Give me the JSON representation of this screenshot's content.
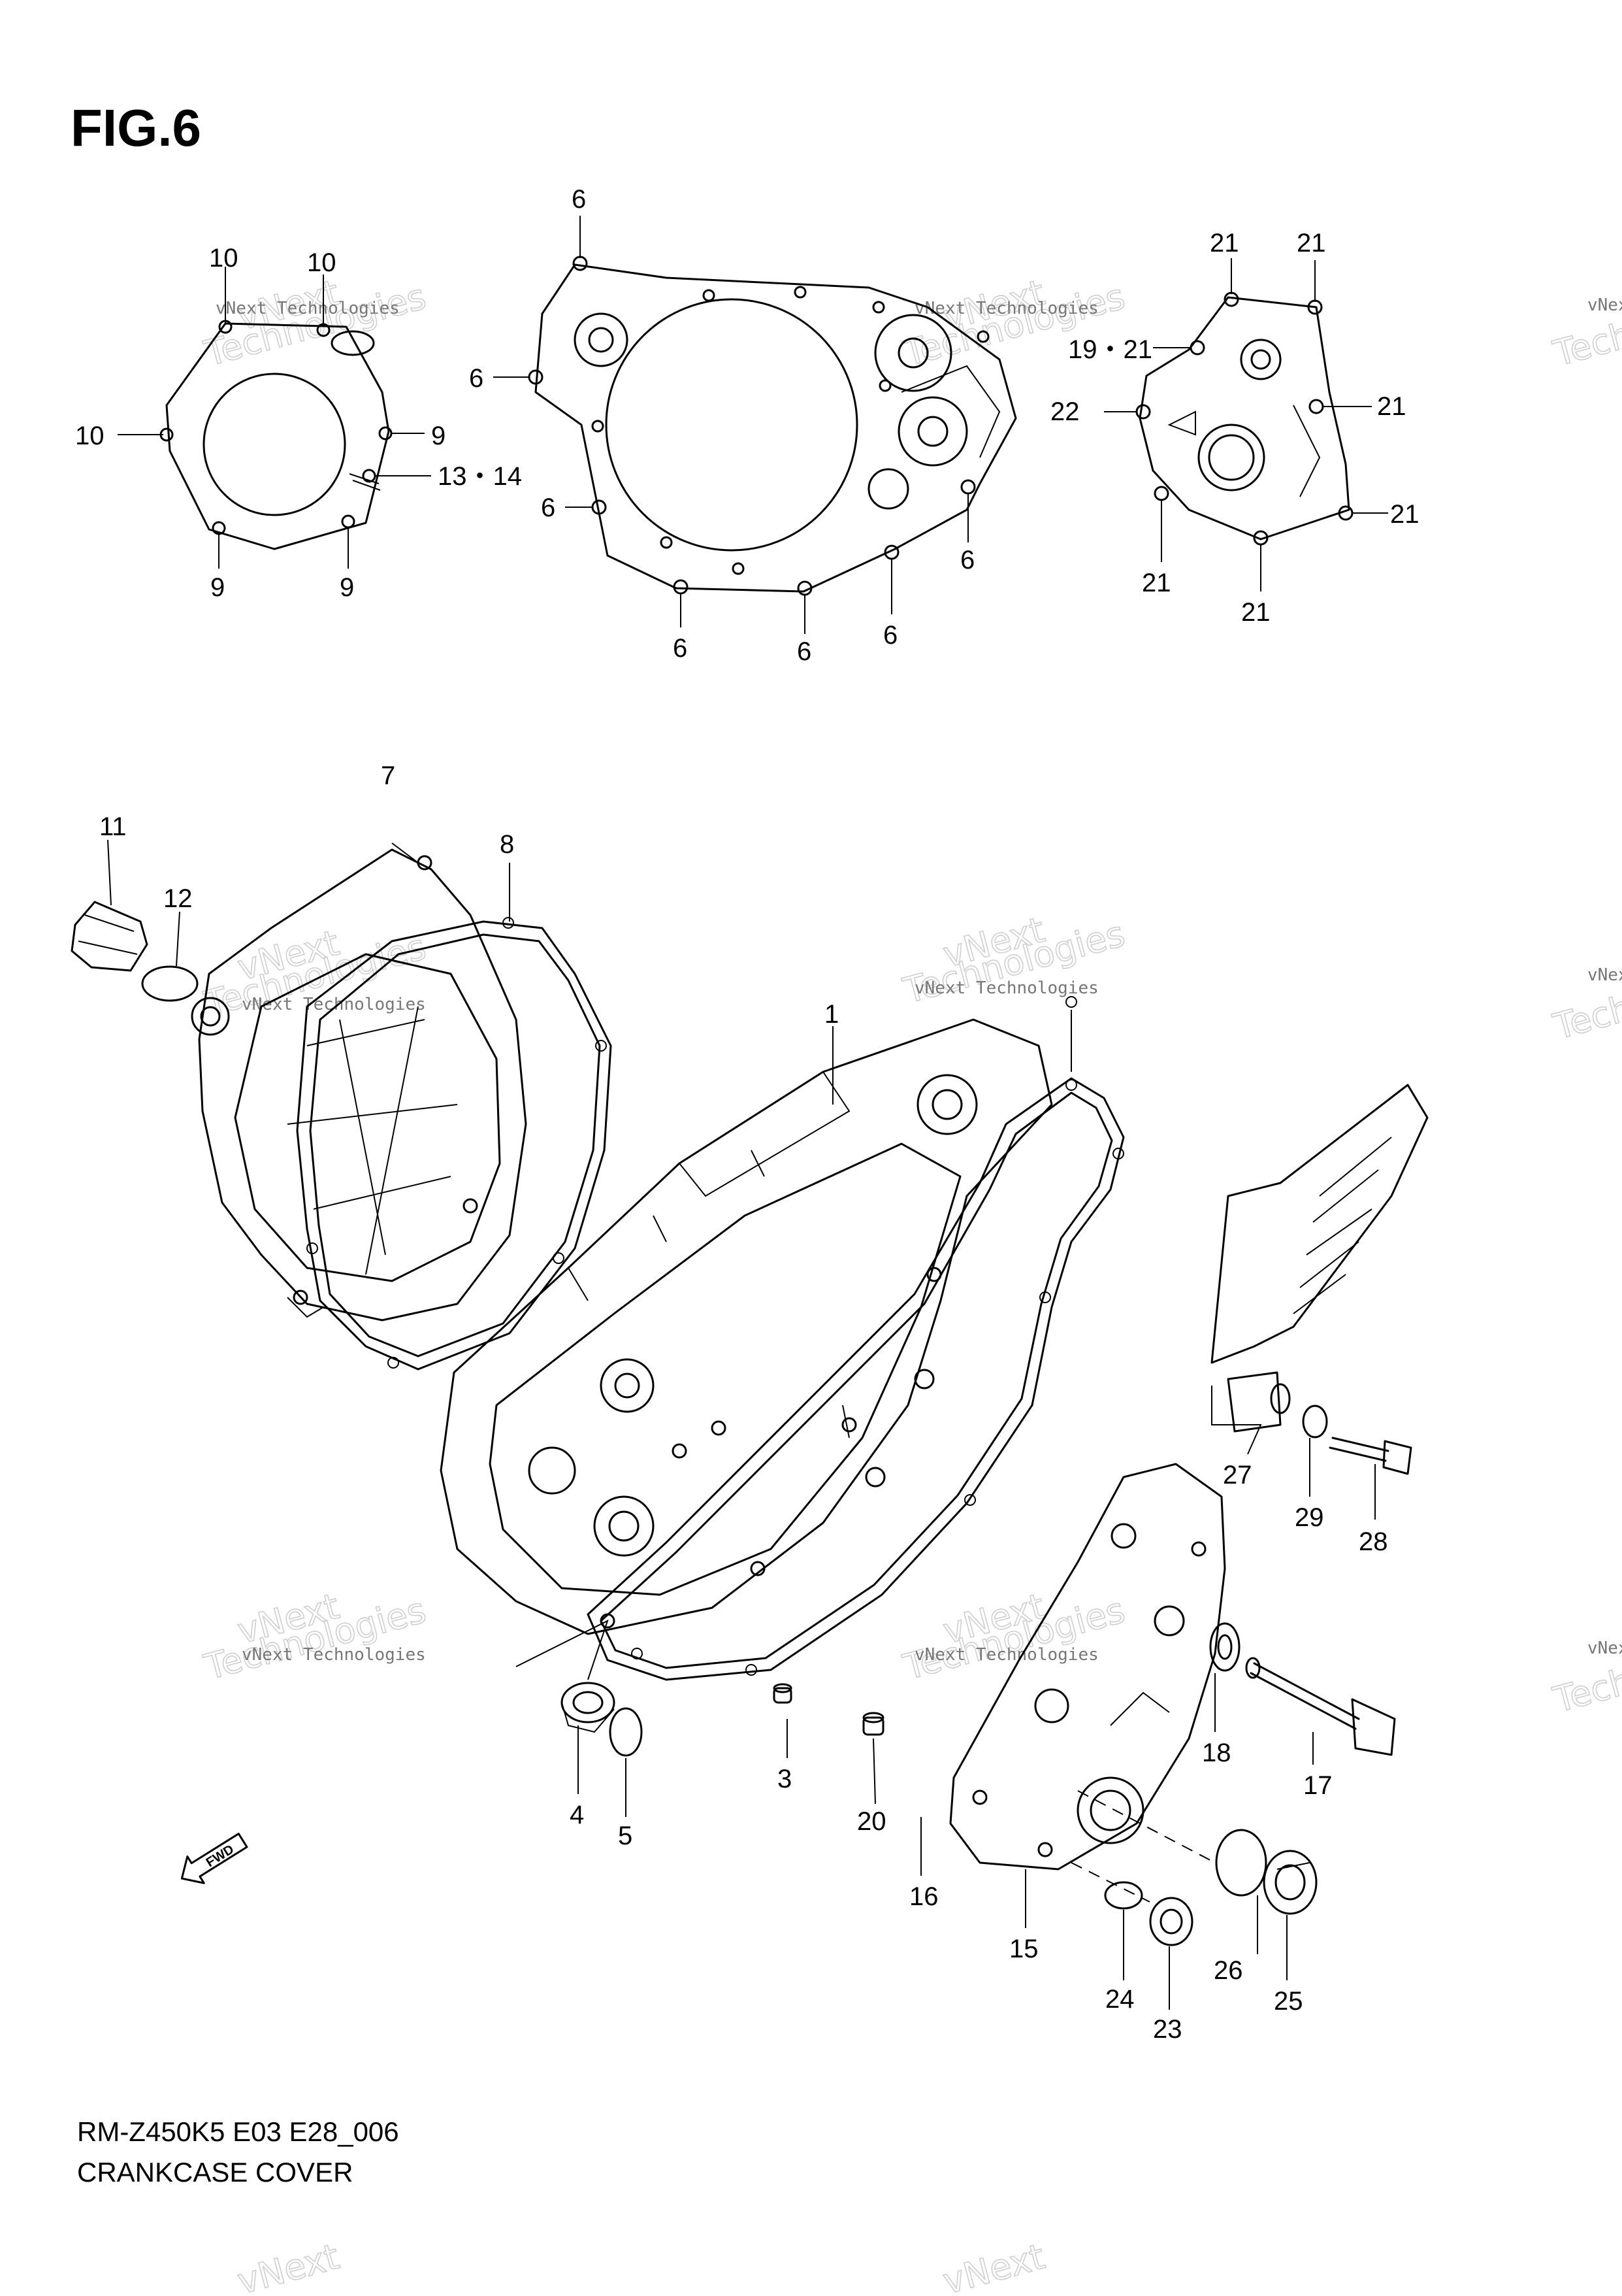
{
  "figure_title": "FIG.6",
  "footer": {
    "model_code": "RM-Z450K5 E03 E28_006",
    "section_name": "CRANKCASE COVER"
  },
  "watermark": {
    "line1": "vNext Technologies",
    "line2": "vNext",
    "line3": "Technologies"
  },
  "direction_marker": {
    "label": "FWD"
  },
  "callouts": {
    "c10a": "10",
    "c10b": "10",
    "c10c": "10",
    "c9a": "9",
    "c9b": "9",
    "c9c": "9",
    "c13_14": "13・14",
    "c6a": "6",
    "c6b": "6",
    "c6c": "6",
    "c6d": "6",
    "c6e": "6",
    "c6f": "6",
    "c6g": "6",
    "c21a": "21",
    "c21b": "21",
    "c19_21": "19・21",
    "c21c": "21",
    "c21d": "21",
    "c21e": "21",
    "c21f": "21",
    "c22": "22",
    "c1": "1",
    "c3": "3",
    "c4": "4",
    "c5": "5",
    "c7": "7",
    "c8": "8",
    "c11": "11",
    "c12": "12",
    "c15": "15",
    "c16": "16",
    "c17": "17",
    "c18": "18",
    "c20": "20",
    "c23": "23",
    "c24": "24",
    "c25": "25",
    "c26": "26",
    "c27": "27",
    "c28": "28",
    "c29": "29"
  }
}
